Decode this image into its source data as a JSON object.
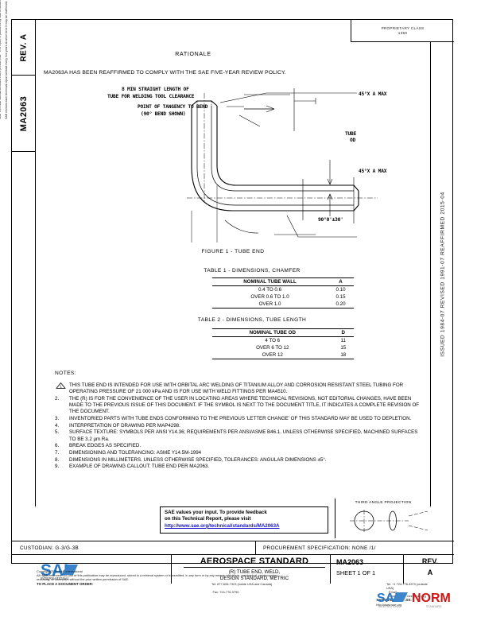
{
  "header": {
    "rationale_title": "RATIONALE",
    "rationale_body": "MA2063A HAS BEEN REAFFIRMED TO COMPLY WITH THE SAE FIVE-YEAR REVIEW POLICY.",
    "proprietary_line1": "PROPRIETARY CLASS",
    "proprietary_line2": "1350"
  },
  "left_strip": {
    "line1": "SAE  Technical Standards Board Rules provide that: “This report is published by SAE to advance the state of technical and engineering sciences. The use of this report is entirely voluntary, and its applicability and suitability for any particular use, including any patent infringement arising therefrom, is the sole responsibility of the user.”",
    "line2": "SAE reviews each technical report at least every five years at which time it may be reaffirmed, revised, or cancelled. SAE invites your written comments and suggestions."
  },
  "left_boxes": {
    "rev_label": "REV.\nA",
    "rev_line1": "REV.",
    "rev_line2": "A",
    "doc_number": "MA2063"
  },
  "right_strip": {
    "issue_text": "ISSUED 1984-07    REVISED 1991-07    REAFFIRMED 2015-04"
  },
  "figure": {
    "annotations": [
      "8 MIN STRAIGHT LENGTH OF",
      "TUBE FOR WELDING TOOL CLEARANCE",
      "POINT OF TANGENCY TO BEND",
      "(90° BEND SHOWN)",
      "45°X A MAX",
      "TUBE",
      "OD",
      "45°X A MAX",
      "90°0'±30'"
    ],
    "caption": "FIGURE 1 - TUBE END"
  },
  "table1": {
    "title": "TABLE 1 - DIMENSIONS, CHAMFER",
    "columns": [
      "NOMINAL TUBE WALL",
      "A"
    ],
    "rows": [
      [
        "0.4 TO 0.6",
        "0.10"
      ],
      [
        "OVER 0.6 TO 1.0",
        "0.15"
      ],
      [
        "OVER 1.0",
        "0.20"
      ]
    ]
  },
  "table2": {
    "title": "TABLE 2 - DIMENSIONS, TUBE LENGTH",
    "columns": [
      "NOMINAL TUBE OD",
      "D"
    ],
    "rows": [
      [
        "4 TO 6",
        "11"
      ],
      [
        "OVER 6 TO 12",
        "15"
      ],
      [
        "OVER 12",
        "18"
      ]
    ]
  },
  "notes": {
    "heading": "NOTES:",
    "items": [
      {
        "marker": "1",
        "triangle": true,
        "text": "THIS TUBE END IS INTENDED FOR USE WITH ORBITAL ARC WELDING OF TITANIUM ALLOY AND CORROSION RESISTANT STEEL TUBING FOR OPERATING PRESSURE OF 21 000 kPa AND IS FOR USE WITH WELD FITTINGS PER MA4510."
      },
      {
        "marker": "2.",
        "triangle": false,
        "text": "THE (R) IS FOR THE CONVENIENCE OF THE USER IN LOCATING AREAS WHERE TECHNICAL REVISIONS, NOT EDITORIAL CHANGES, HAVE BEEN MADE TO THE PREVIOUS ISSUE OF THIS DOCUMENT.  IF THE SYMBOL IS NEXT TO THE DOCUMENT TITLE, IT INDICATES A COMPLETE REVISION OF THE DOCUMENT."
      },
      {
        "marker": "3.",
        "triangle": false,
        "text": "INVENTORIED PARTS WITH TUBE ENDS CONFORMING TO THE PREVIOUS 'LETTER CHANGE' OF THIS STANDARD MAY BE USED TO DEPLETION."
      },
      {
        "marker": "4.",
        "triangle": false,
        "text": "INTERPRETATION OF DRAWING PER MAP4298."
      },
      {
        "marker": "5.",
        "triangle": false,
        "text": "SURFACE TEXTURE: SYMBOLS PER ANSI Y14.36; REQUIREMENTS PER ANSI/ASME B46.1.  UNLESS OTHERWISE SPECIFIED, MACHINED SURFACES TO BE 3.2 µm Ra."
      },
      {
        "marker": "6.",
        "triangle": false,
        "text": "BREAK EDGES AS SPECIFIED."
      },
      {
        "marker": "7.",
        "triangle": false,
        "text": "DIMENSIONING AND TOLERANCING: ASME Y14.5M-1994"
      },
      {
        "marker": "8.",
        "triangle": false,
        "text": "DIMENSIONS IN MILLIMETERS.  UNLESS OTHERWISE SPECIFIED, TOLERANCES: ANGULAR DIMENSIONS ±5°."
      },
      {
        "marker": "9.",
        "triangle": false,
        "text": "EXAMPLE OF DRAWING CALLOUT: TUBE END PER MA2063."
      }
    ]
  },
  "feedback": {
    "line1": "SAE values your input. To provide feedback",
    "line2": "on this Technical Report, please visit",
    "link": "http://www.sae.org/technical/standards/MA2063A"
  },
  "projection": {
    "title": "THIRD ANGLE PROJECTION"
  },
  "custodian": {
    "left": "CUSTODIAN: G-3/G-3B",
    "right": "PROCUREMENT SPECIFICATION: NONE /1/"
  },
  "title_block": {
    "logo_text": "SAE",
    "logo_sub": "INTERNATIONAL",
    "standard_title": "AEROSPACE STANDARD",
    "subtitle_line1": "(R) TUBE END, WELD,",
    "subtitle_line2": "DESIGN STANDARD, METRIC",
    "doc_number": "MA2063",
    "sheet": "SHEET 1 OF 1",
    "rev_label": "REV.",
    "rev_value": "A"
  },
  "footer": {
    "copyright": "Copyright 2015 SAE International",
    "rights": "All rights reserved. No part of this publication may be reproduced, stored in a retrieval system or transmitted, in any form or by any means, electronic, mechanical, photocopying,",
    "rights2": "recording, or otherwise, without the prior written permission of SAE.",
    "order_label": "TO PLACE A DOCUMENT ORDER:",
    "tel1": "Tel:        877-606-7323 (inside USA and Canada)",
    "tel2": "Tel:        +1 724-776-4970 (outside USA)",
    "fax": "Fax:       724-776-0790",
    "email": "Email:    CustomerService@sae.org",
    "web_label": "SAE WEB ADDRESS:",
    "web": "http://www.sae.org",
    "norm_text": "SAE NORM",
    "norm_sub1": "INTERNATIONAL",
    "norm_sub2": "STANDARD"
  },
  "colors": {
    "link": "#1414c8",
    "sae_blue": "#2878c8",
    "norm_red": "#d21414"
  }
}
